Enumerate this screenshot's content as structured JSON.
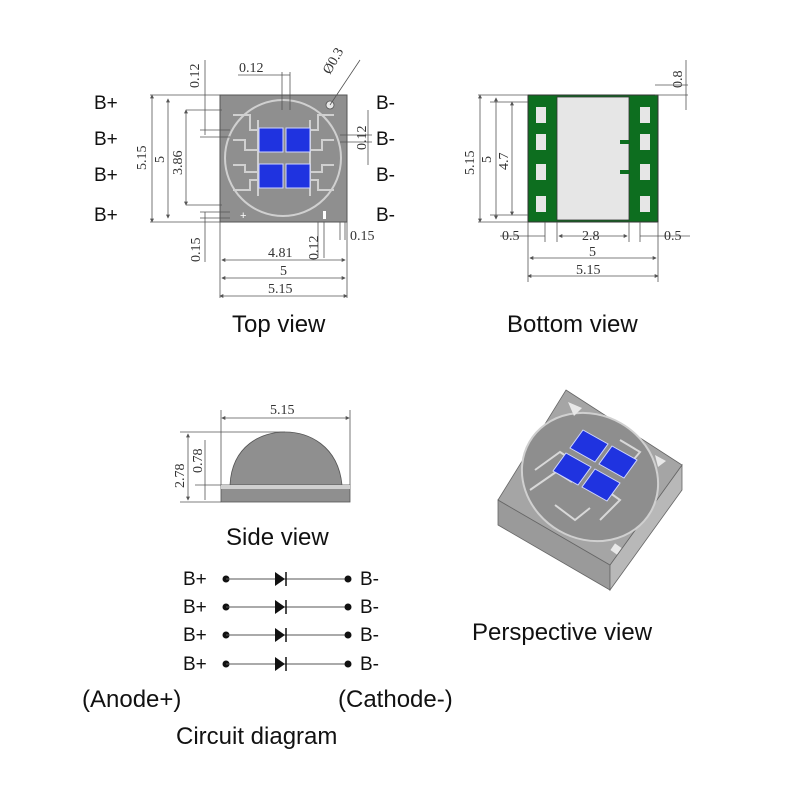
{
  "top_view": {
    "caption": "Top view",
    "left_labels": [
      "B+",
      "B+",
      "B+",
      "B+"
    ],
    "right_labels": [
      "B-",
      "B-",
      "B-",
      "B-"
    ],
    "dims": {
      "top_012": "0.12",
      "top_gap_012": "0.12",
      "hole_dia": "Ø0.3",
      "right_012": "0.12",
      "left_515": "5.15",
      "left_5": "5",
      "left_386": "3.86",
      "bottom_015_left": "0.15",
      "bottom_481": "4.81",
      "bottom_012": "0.12",
      "bottom_015_right": "0.15",
      "bottom_5": "5",
      "bottom_515": "5.15"
    }
  },
  "bottom_view": {
    "caption": "Bottom view",
    "dims": {
      "top_right_08": "0.8",
      "left_515": "5.15",
      "left_5": "5",
      "left_47": "4.7",
      "bottom_05_left": "0.5",
      "bottom_28": "2.8",
      "bottom_05_right": "0.5",
      "bottom_5": "5",
      "bottom_515": "5.15"
    }
  },
  "side_view": {
    "caption": "Side view",
    "dims": {
      "top_515": "5.15",
      "left_278": "2.78",
      "left_078": "0.78"
    }
  },
  "perspective_view": {
    "caption": "Perspective view"
  },
  "circuit": {
    "caption": "Circuit diagram",
    "rows": [
      {
        "left": "B+",
        "right": "B-"
      },
      {
        "left": "B+",
        "right": "B-"
      },
      {
        "left": "B+",
        "right": "B-"
      },
      {
        "left": "B+",
        "right": "B-"
      }
    ],
    "anode_label": "(Anode+)",
    "cathode_label": "(Cathode-)"
  },
  "colors": {
    "package_gray": "#8f8f8f",
    "chip_blue": "#1f33e0",
    "pad_green": "#0d6e1f",
    "pad_fill": "#e6e6e6",
    "line": "#555555"
  }
}
